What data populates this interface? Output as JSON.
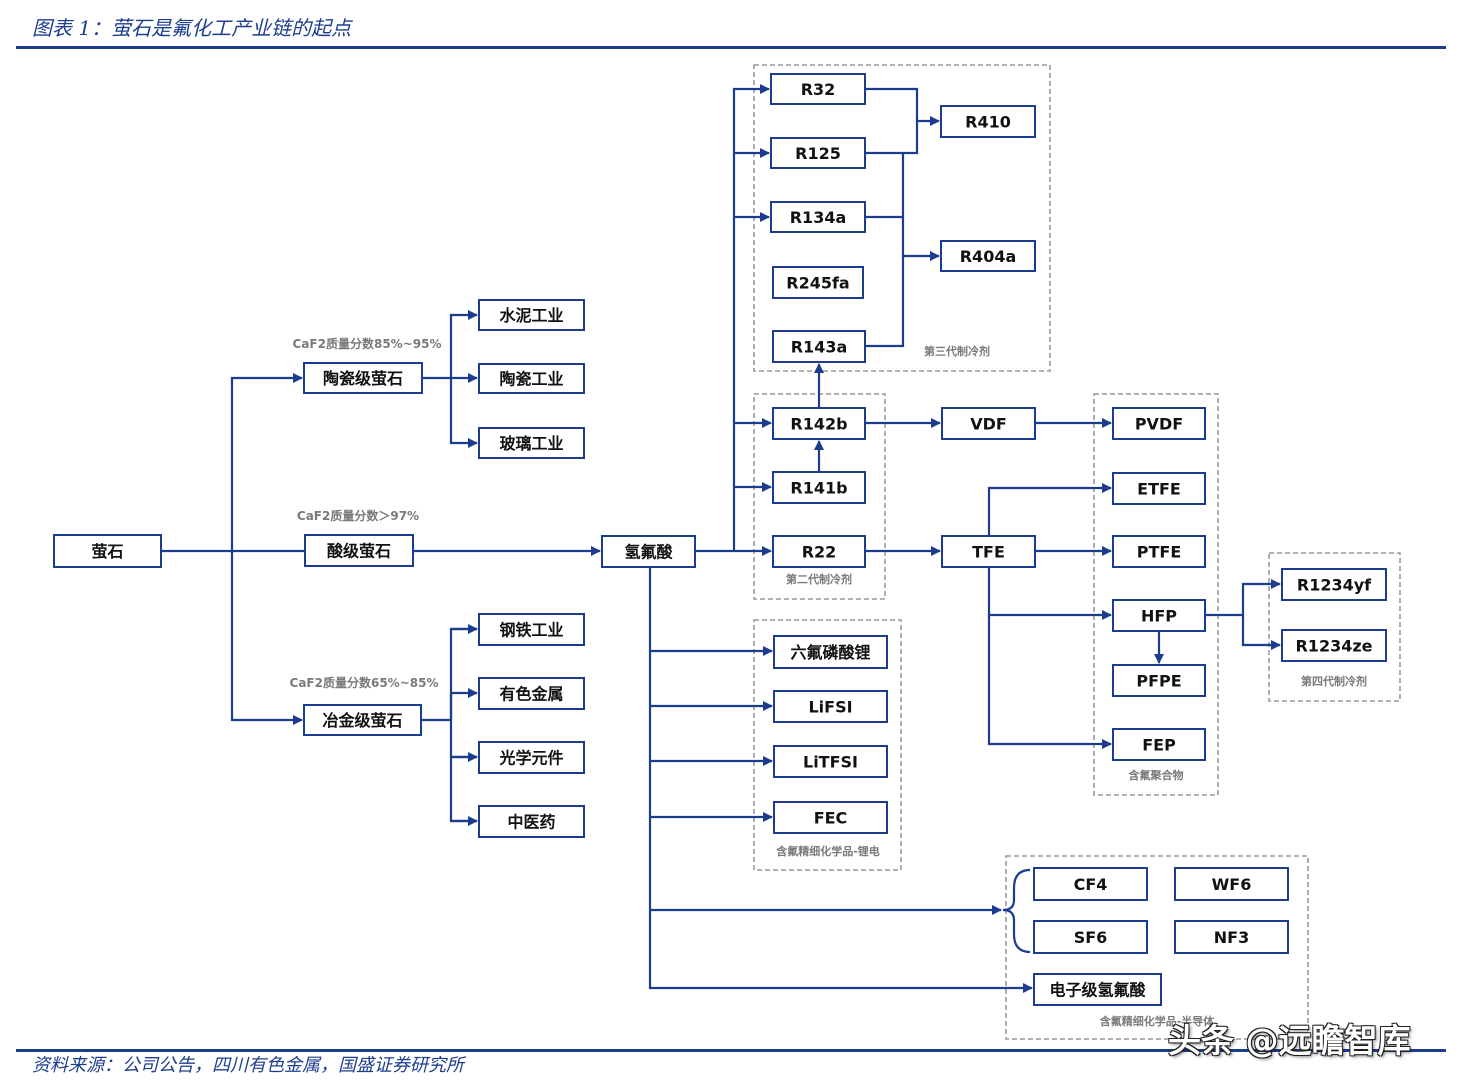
{
  "header": {
    "title": "图表 1：萤石是氟化工产业链的起点"
  },
  "footer": {
    "source": "资料来源：公司公告，四川有色金属，国盛证券研究所",
    "watermark": "头条 @远瞻智库"
  },
  "diagram": {
    "nodes": [
      {
        "id": "fluorite",
        "label": "萤石"
      },
      {
        "id": "ceramic_grade",
        "label": "陶瓷级萤石"
      },
      {
        "id": "acid_grade",
        "label": "酸级萤石"
      },
      {
        "id": "metal_grade",
        "label": "冶金级萤石"
      },
      {
        "id": "cement",
        "label": "水泥工业"
      },
      {
        "id": "ceramics",
        "label": "陶瓷工业"
      },
      {
        "id": "glass",
        "label": "玻璃工业"
      },
      {
        "id": "steel",
        "label": "钢铁工业"
      },
      {
        "id": "nonferrous",
        "label": "有色金属"
      },
      {
        "id": "optics",
        "label": "光学元件"
      },
      {
        "id": "tcm",
        "label": "中医药"
      },
      {
        "id": "hf",
        "label": "氢氟酸"
      },
      {
        "id": "r32",
        "label": "R32"
      },
      {
        "id": "r125",
        "label": "R125"
      },
      {
        "id": "r134a",
        "label": "R134a"
      },
      {
        "id": "r245fa",
        "label": "R245fa"
      },
      {
        "id": "r143a",
        "label": "R143a"
      },
      {
        "id": "r410",
        "label": "R410"
      },
      {
        "id": "r404a",
        "label": "R404a"
      },
      {
        "id": "r142b",
        "label": "R142b"
      },
      {
        "id": "r141b",
        "label": "R141b"
      },
      {
        "id": "r22",
        "label": "R22"
      },
      {
        "id": "vdf",
        "label": "VDF"
      },
      {
        "id": "tfe",
        "label": "TFE"
      },
      {
        "id": "pvdf",
        "label": "PVDF"
      },
      {
        "id": "etfe",
        "label": "ETFE"
      },
      {
        "id": "ptfe",
        "label": "PTFE"
      },
      {
        "id": "hfp",
        "label": "HFP"
      },
      {
        "id": "pfpe",
        "label": "PFPE"
      },
      {
        "id": "fep",
        "label": "FEP"
      },
      {
        "id": "r1234yf",
        "label": "R1234yf"
      },
      {
        "id": "r1234ze",
        "label": "R1234ze"
      },
      {
        "id": "lipf6",
        "label": "六氟磷酸锂"
      },
      {
        "id": "lifsi",
        "label": "LiFSI"
      },
      {
        "id": "litfsi",
        "label": "LiTFSI"
      },
      {
        "id": "fec",
        "label": "FEC"
      },
      {
        "id": "cf4",
        "label": "CF4"
      },
      {
        "id": "wf6",
        "label": "WF6"
      },
      {
        "id": "sf6",
        "label": "SF6"
      },
      {
        "id": "nf3",
        "label": "NF3"
      },
      {
        "id": "ehf",
        "label": "电子级氢氟酸"
      }
    ],
    "groups": [
      {
        "id": "gen3",
        "label": "第三代制冷剂"
      },
      {
        "id": "gen2",
        "label": "第二代制冷剂"
      },
      {
        "id": "polymers",
        "label": "含氟聚合物"
      },
      {
        "id": "gen4",
        "label": "第四代制冷剂"
      },
      {
        "id": "fine_li",
        "label": "含氟精细化学品-锂电"
      },
      {
        "id": "fine_semi",
        "label": "含氟精细化学品-半导体"
      }
    ],
    "notes": [
      {
        "id": "ceramic_spec",
        "label": "CaF2质量分数85%~95%"
      },
      {
        "id": "acid_spec",
        "label": "CaF2质量分数＞97%"
      },
      {
        "id": "metal_spec",
        "label": "CaF2质量分数65%~85%"
      }
    ]
  }
}
